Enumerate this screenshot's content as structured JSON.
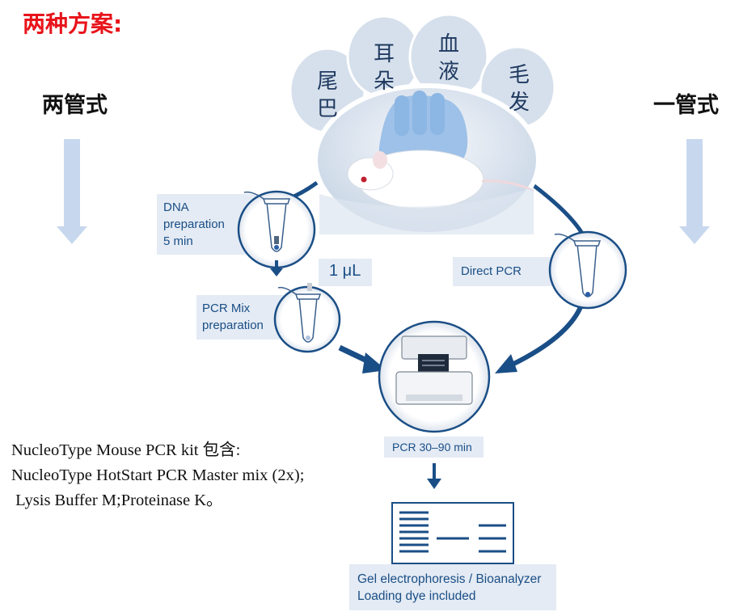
{
  "title": "两种方案:",
  "protocols": {
    "two_tube": "两管式",
    "one_tube": "一管式"
  },
  "sample_types": [
    {
      "line1": "尾",
      "line2": "巴"
    },
    {
      "line1": "耳",
      "line2": "朵"
    },
    {
      "line1": "血",
      "line2": "液"
    },
    {
      "line1": "毛",
      "line2": "发"
    }
  ],
  "steps": {
    "dna_prep": [
      "DNA",
      "preparation",
      "5 min"
    ],
    "transfer_volume": "1 μL",
    "pcr_mix": [
      "PCR Mix",
      "preparation"
    ],
    "direct_pcr": "Direct PCR",
    "pcr_time": "PCR 30–90 min",
    "analysis": [
      "Gel electrophoresis / Bioanalyzer",
      "Loading dye included"
    ]
  },
  "kit_info": {
    "line1": "NucleoType Mouse PCR kit 包含:",
    "line2": "NucleoType HotStart PCR Master mix (2x);",
    "line3": " Lysis Buffer M;Proteinase K。"
  },
  "colors": {
    "title_red": "#e8141b",
    "flow_blue": "#1a4e86",
    "arrow_light": "#c7d8ee",
    "box_bg": "#e4ebf4",
    "bubble_bg": "#d6e0ec"
  }
}
